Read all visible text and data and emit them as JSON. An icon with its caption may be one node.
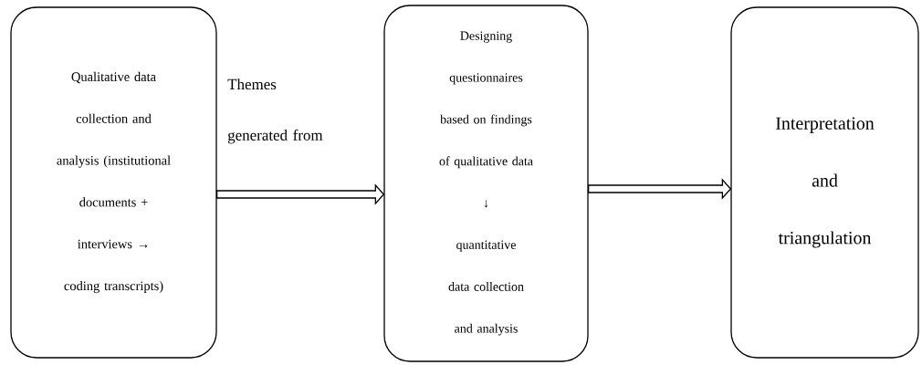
{
  "diagram": {
    "nodes": [
      {
        "text": [
          "Qualitative data collection and analysis (institutional documents + interviews → coding transcripts)"
        ]
      },
      {
        "text": [
          "Designing questionnaires based on findings of qualitative data",
          "↓",
          "quantitative data collection and analysis"
        ]
      },
      {
        "text": [
          "Interpretation and triangulation"
        ]
      }
    ],
    "edges": [
      {
        "from": 0,
        "to": 1,
        "arrow": "to",
        "label": "Themes generated from"
      },
      {
        "from": 1,
        "to": 2,
        "arrow": "to"
      }
    ]
  }
}
